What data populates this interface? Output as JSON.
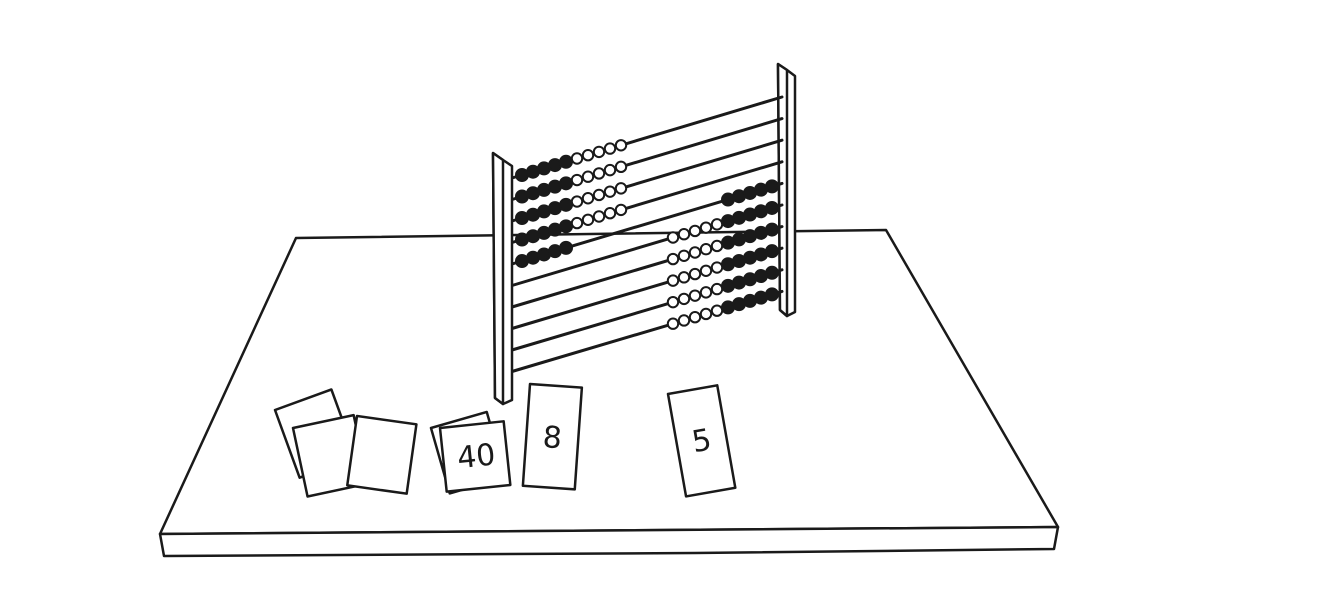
{
  "scene": {
    "description_name": "abacus-on-table",
    "cards": [
      {
        "id": "blank-1",
        "label": ""
      },
      {
        "id": "blank-2",
        "label": ""
      },
      {
        "id": "blank-3",
        "label": ""
      },
      {
        "id": "blank-4",
        "label": ""
      },
      {
        "id": "card-40",
        "label": "40"
      },
      {
        "id": "card-8",
        "label": "8"
      },
      {
        "id": "card-5",
        "label": "5"
      }
    ],
    "abacus": {
      "rods": 10,
      "beads_per_rod": 10,
      "left_side_counts": [
        10,
        10,
        10,
        10,
        5,
        0,
        0,
        0,
        0,
        0
      ],
      "left_dark_beads_per_row": 5
    }
  }
}
